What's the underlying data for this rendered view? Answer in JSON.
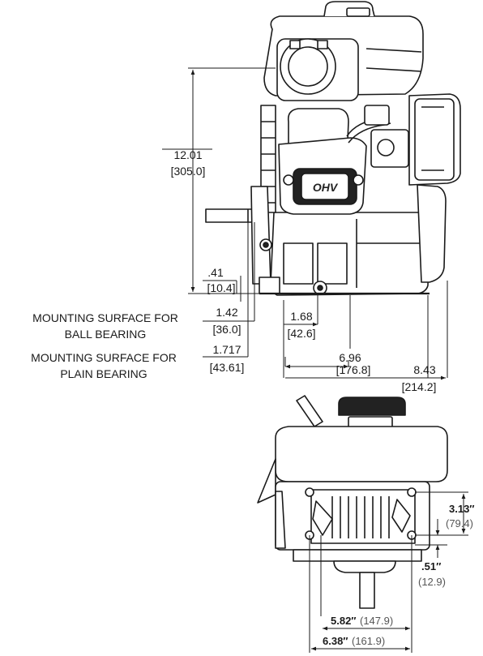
{
  "colors": {
    "line": "#1a1a1a",
    "fill_light": "#ffffff",
    "fill_dark": "#222222",
    "dim_gray": "#555555"
  },
  "icons": {
    "logo_badge": "ohv-badge-icon"
  },
  "badge": "OHV",
  "labels": {
    "ball_bearing_line1": "MOUNTING SURFACE FOR",
    "ball_bearing_line2": "BALL BEARING",
    "plain_bearing_line1": "MOUNTING SURFACE FOR",
    "plain_bearing_line2": "PLAIN BEARING"
  },
  "dims": {
    "height_in": "12.01",
    "height_mm": "[305.0]",
    "d041_in": ".41",
    "d041_mm": "[10.4]",
    "d142_in": "1.42",
    "d142_mm": "[36.0]",
    "d168_in": "1.68",
    "d168_mm": "[42.6]",
    "d1717_in": "1.717",
    "d1717_mm": "[43.61]",
    "d696_in": "6.96",
    "d696_mm": "[176.8]",
    "d843_in": "8.43",
    "d843_mm": "[214.2]",
    "b313_in": "3.13″",
    "b313_mm": "(79.4)",
    "b051_in": ".51″",
    "b051_mm": "(12.9)",
    "b582_in": "5.82″",
    "b582_mm": "(147.9)",
    "b638_in": "6.38″",
    "b638_mm": "(161.9)"
  }
}
